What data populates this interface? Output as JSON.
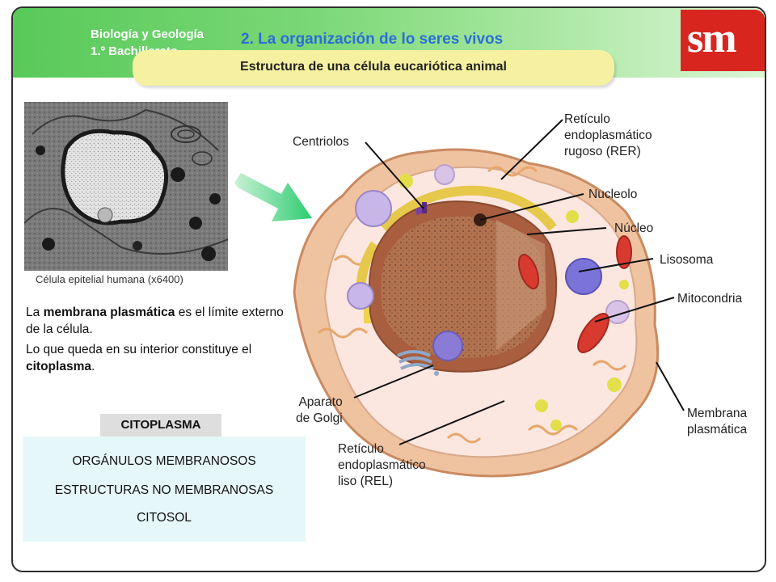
{
  "header": {
    "course_line1": "Biología y Geología",
    "course_line2": "1.º Bachillerato",
    "title": "2. La organización de lo seres vivos",
    "logo_text": "sm"
  },
  "banner": {
    "text": "Estructura de una célula eucariótica animal"
  },
  "micrograph": {
    "caption": "Célula epitelial humana (x6400)"
  },
  "description": {
    "p1_a": "La ",
    "p1_bold": "membrana plasmática",
    "p1_b": " es el límite externo de la célula.",
    "p2_a": "Lo que queda en su interior constituye el ",
    "p2_bold": "citoplasma",
    "p2_b": "."
  },
  "citoplasma": {
    "tab": "CITOPLASMA",
    "items": [
      "ORGÁNULOS MEMBRANOSOS",
      "ESTRUCTURAS NO MEMBRANOSAS",
      "CITOSOL"
    ]
  },
  "labels": {
    "centriolos": "Centriolos",
    "rer_1": "Retículo",
    "rer_2": "endoplasmático",
    "rer_3": "rugoso (RER)",
    "nucleolo": "Nucleolo",
    "nucleo": "Núcleo",
    "lisosoma": "Lisosoma",
    "mitocondria": "Mitocondria",
    "membrana_1": "Membrana",
    "membrana_2": "plasmática",
    "golgi_1": "Aparato",
    "golgi_2": "de Golgi",
    "rel_1": "Retículo",
    "rel_2": "endoplasmático",
    "rel_3": "liso (REL)"
  },
  "colors": {
    "header_green": "#59c95a",
    "title_blue": "#2b6fd6",
    "logo_red": "#d8261f",
    "banner_yellow": "#f6f1a1",
    "citoplasma_box": "#e6f7f9"
  }
}
